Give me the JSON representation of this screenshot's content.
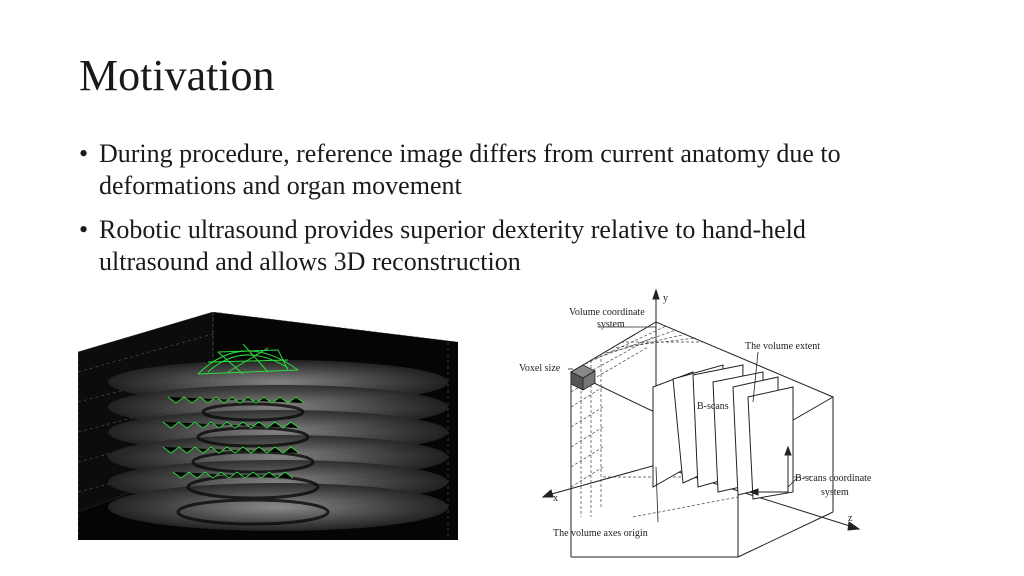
{
  "slide": {
    "title": "Motivation",
    "bullets": [
      "During procedure, reference image differs from current anatomy due to deformations and organ movement",
      "Robotic ultrasound provides superior dexterity relative to hand-held ultrasound and allows 3D reconstruction"
    ]
  },
  "diagram": {
    "axis_y": "y",
    "axis_x": "x",
    "axis_z": "z",
    "volume_coordinate_system_line1": "Volume coordinate",
    "volume_coordinate_system_line2": "system",
    "voxel_size": "Voxel size",
    "volume_extent": "The volume extent",
    "b_scans": "B-scans",
    "b_scans_coord_line1": "B-scans coordinate",
    "b_scans_coord_line2": "system",
    "axes_origin": "The volume axes origin"
  },
  "colors": {
    "background": "#ffffff",
    "text": "#1a1a1a",
    "mesh": "#2bdc3a",
    "ultrasound_bg": "#050505"
  }
}
